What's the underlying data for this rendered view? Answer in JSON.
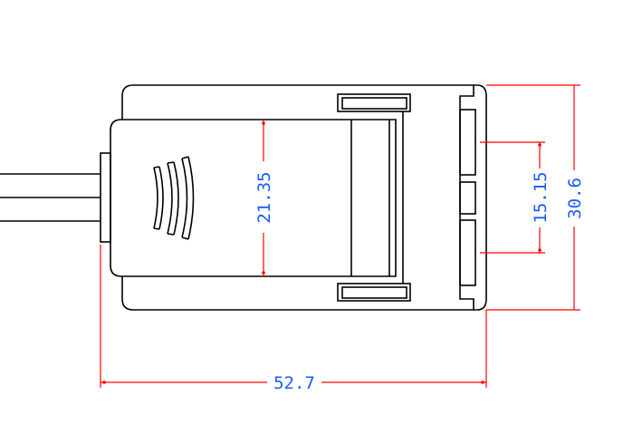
{
  "dimensions": {
    "inner_height": "21.35",
    "contact_span": "15.15",
    "overall_height": "30.6",
    "overall_length": "52.7"
  },
  "colors": {
    "outline": "#000000",
    "dimension_line": "#ff0000",
    "dimension_text": "#1a5cff"
  },
  "icons": {
    "grip": "sound-wave-grip-icon"
  }
}
